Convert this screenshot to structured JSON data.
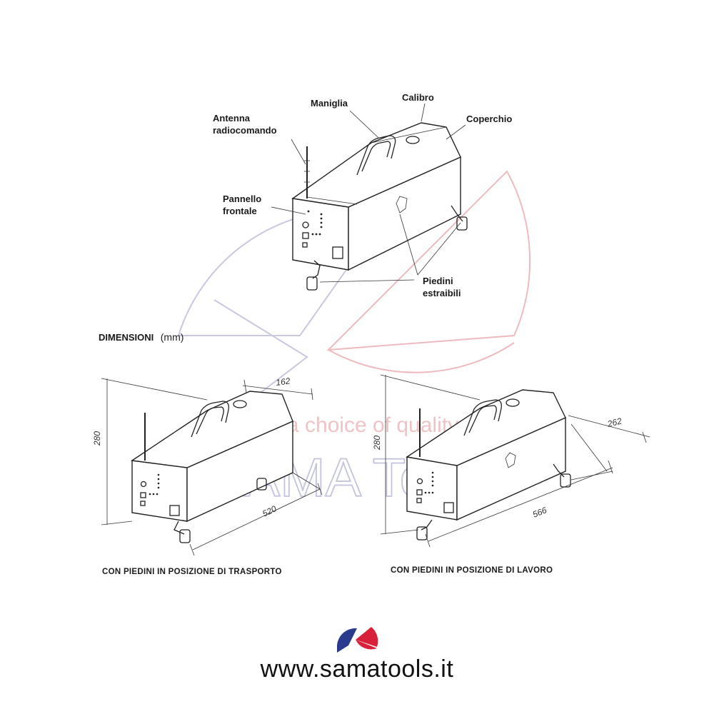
{
  "labels": {
    "antenna_line1": "Antenna",
    "antenna_line2": "radiocomando",
    "handle": "Maniglia",
    "gauge": "Calibro",
    "cover": "Coperchio",
    "front_panel_line1": "Pannello",
    "front_panel_line2": "frontale",
    "feet_line1": "Piedini",
    "feet_line2": "estraibili"
  },
  "dimensions": {
    "title_bold": "DIMENSIONI",
    "title_unit": "(mm)",
    "transport": {
      "width": "162",
      "height": "280",
      "length": "520",
      "caption": "CON PIEDINI IN POSIZIONE DI TRASPORTO"
    },
    "work": {
      "width": "262",
      "height": "280",
      "length": "566",
      "caption": "CON PIEDINI IN POSIZIONE DI LAVORO"
    }
  },
  "watermark": {
    "tagline": "a choice of quality",
    "brand": "SAMA Tools",
    "registered": "®"
  },
  "footer": {
    "url": "www.samatools.it"
  },
  "colors": {
    "watermark_red": "#e8a0a6",
    "watermark_blue": "#a9a9cc",
    "logo_red": "#d9203a",
    "logo_blue": "#2a3a8c"
  }
}
